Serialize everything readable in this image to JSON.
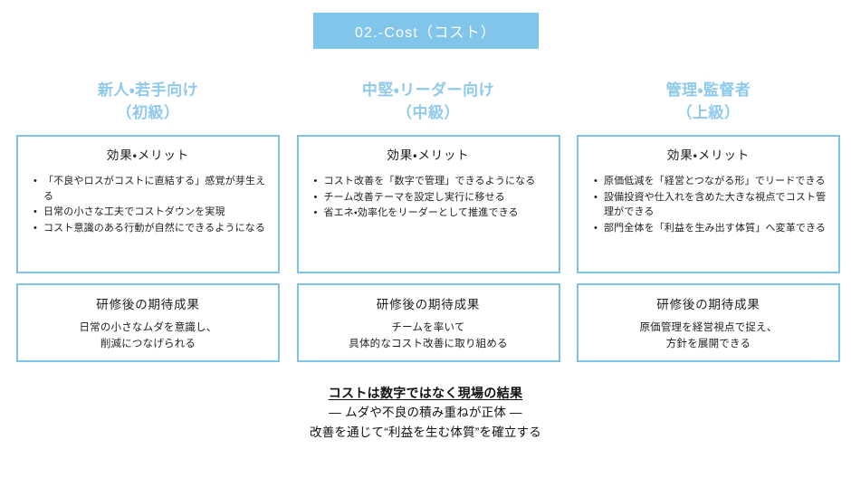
{
  "banner": {
    "label": "02.-Cost（コスト）",
    "bg_color": "#82c5eb",
    "text_color": "#ffffff"
  },
  "theme": {
    "accent": "#7fc4e8",
    "heading_color": "#8fc9ec",
    "body_text": "#1f1f1f",
    "background": "#ffffff"
  },
  "columns": [
    {
      "heading_main": "新人・若手向け",
      "heading_sub": "（初級）",
      "merit": {
        "title": "効果・メリット",
        "bullets": [
          "「不良やロスがコストに直結する」感覚が芽生える",
          "日常の小さな工夫でコストダウンを実現",
          "コスト意識のある行動が自然にできるようになる"
        ]
      },
      "outcome": {
        "title": "研修後の期待成果",
        "lines": [
          "日常の小さなムダを意識し、",
          "削減につなげられる"
        ]
      }
    },
    {
      "heading_main": "中堅・リーダー向け",
      "heading_sub": "（中級）",
      "merit": {
        "title": "効果・メリット",
        "bullets": [
          "コスト改善を「数字で管理」できるようになる",
          "チーム改善テーマを設定し実行に移せる",
          "省エネ・効率化をリーダーとして推進できる"
        ]
      },
      "outcome": {
        "title": "研修後の期待成果",
        "lines": [
          "チームを率いて",
          "具体的なコスト改善に取り組める"
        ]
      }
    },
    {
      "heading_main": "管理・監督者",
      "heading_sub": "（上級）",
      "merit": {
        "title": "効果・メリット",
        "bullets": [
          "原価低減を「経営とつながる形」でリードできる",
          "設備投資や仕入れを含めた大きな視点でコスト管理ができる",
          "部門全体を「利益を生み出す体質」へ変革できる"
        ]
      },
      "outcome": {
        "title": "研修後の期待成果",
        "lines": [
          "原価管理を経営視点で捉え、",
          "方針を展開できる"
        ]
      }
    }
  ],
  "footer": {
    "lead": "コストは数字ではなく現場の結果",
    "line2": "— ムダや不良の積み重ねが正体 —",
    "line3": "改善を通じて“利益を生む体質”を確立する"
  }
}
